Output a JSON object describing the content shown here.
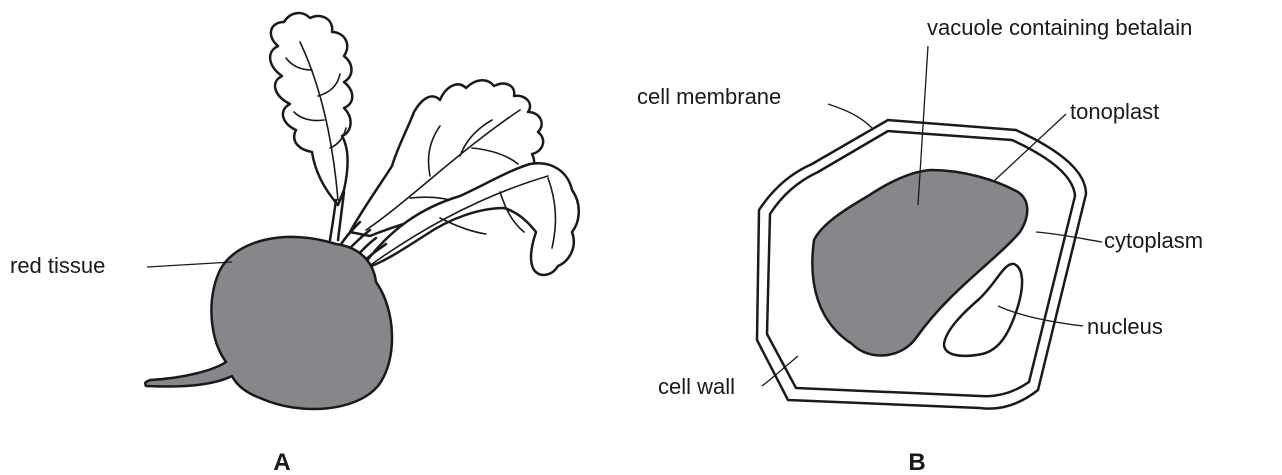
{
  "figure_a": {
    "caption": "A",
    "labels": {
      "red_tissue": "red tissue"
    }
  },
  "figure_b": {
    "caption": "B",
    "labels": {
      "vacuole": "vacuole containing betalain",
      "cell_membrane": "cell membrane",
      "tonoplast": "tonoplast",
      "cytoplasm": "cytoplasm",
      "nucleus": "nucleus",
      "cell_wall": "cell wall"
    }
  },
  "colors": {
    "tissue_fill": "#86878b",
    "line": "#1a1a1a",
    "background": "#ffffff"
  }
}
